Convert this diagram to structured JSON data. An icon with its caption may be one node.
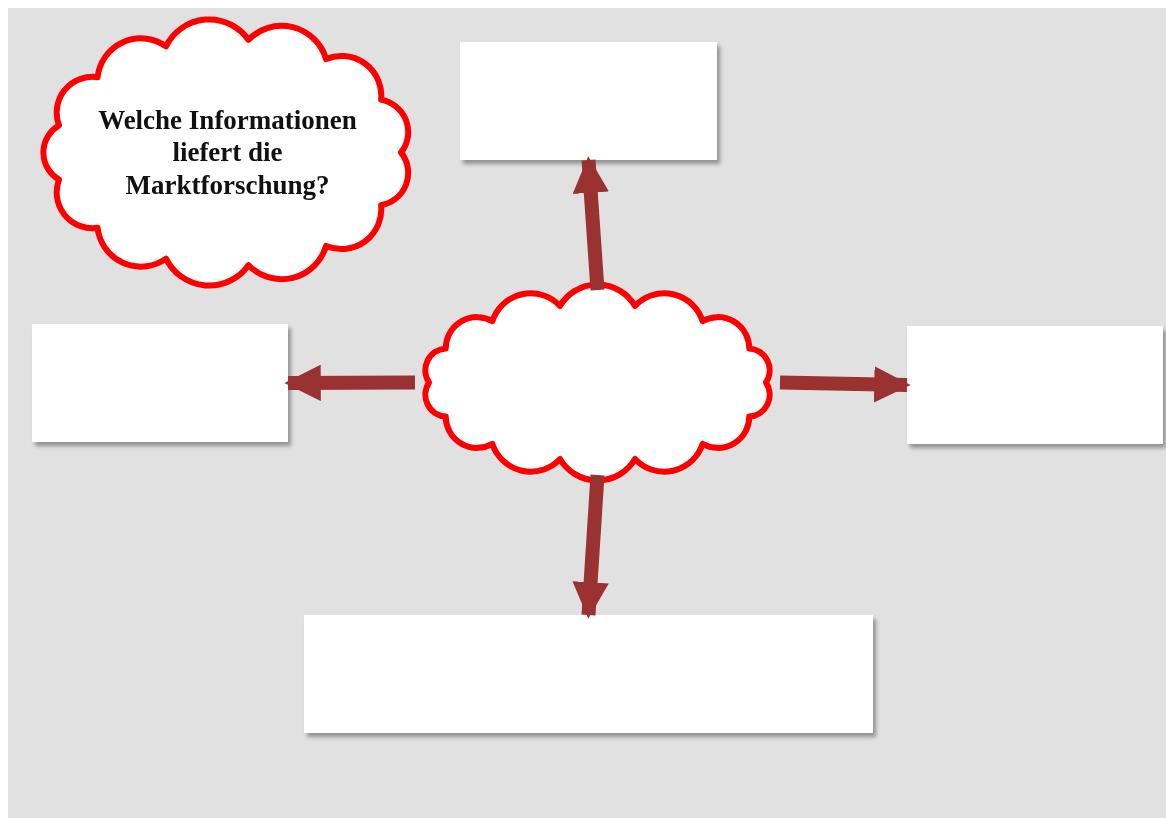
{
  "diagram": {
    "nodes": [
      {
        "text": [
          "Welche Informationen liefert die Marktforschung?"
        ]
      },
      {
        "text": [],
        "shape": "box"
      },
      {
        "text": [],
        "shape": "box"
      },
      {
        "text": [],
        "shape": "cloud"
      },
      {
        "text": [],
        "shape": "box"
      },
      {
        "text": [],
        "shape": "box"
      }
    ],
    "edges": [
      {
        "from": 3,
        "to": 1,
        "arrow": "to"
      },
      {
        "from": 3,
        "to": 2,
        "arrow": "to"
      },
      {
        "from": 3,
        "to": 4,
        "arrow": "to"
      },
      {
        "from": 3,
        "to": 5,
        "arrow": "to"
      }
    ]
  }
}
